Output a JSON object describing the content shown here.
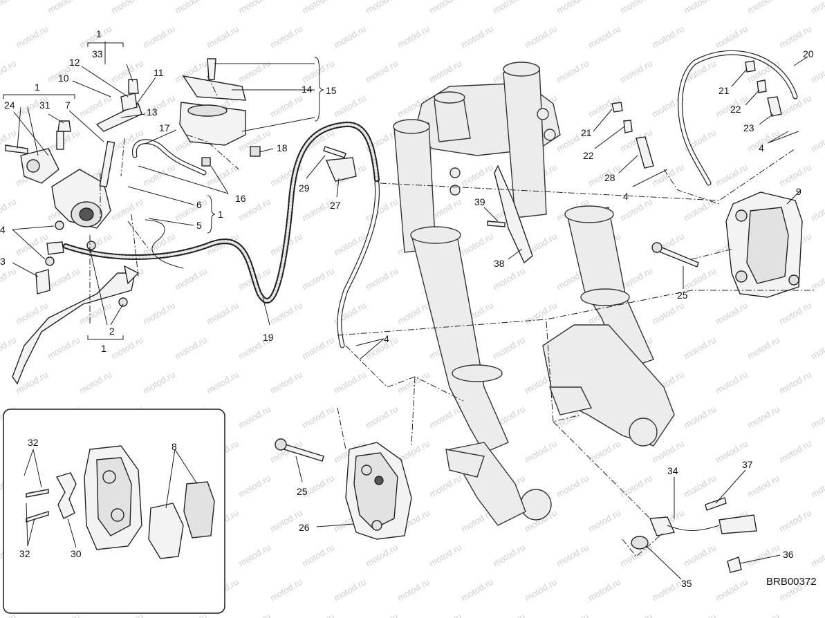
{
  "watermark": "motod.ru",
  "diagram_code": "BRB00372",
  "callouts": [
    "1",
    "33",
    "12",
    "10",
    "11",
    "13",
    "24",
    "31",
    "7",
    "17",
    "14",
    "15",
    "18",
    "16",
    "6",
    "5",
    "4",
    "3",
    "2",
    "1",
    "19",
    "29",
    "27",
    "39",
    "38",
    "21",
    "22",
    "28",
    "4",
    "20",
    "21",
    "22",
    "23",
    "4",
    "9",
    "25",
    "4",
    "25",
    "26",
    "34",
    "37",
    "36",
    "35",
    "32",
    "8",
    "32",
    "30",
    "1",
    "1"
  ],
  "colors": {
    "line": "#1a1a1a",
    "part_fill": "#f3f3f3",
    "watermark": "#cfcfcf",
    "background": "#ffffff"
  }
}
